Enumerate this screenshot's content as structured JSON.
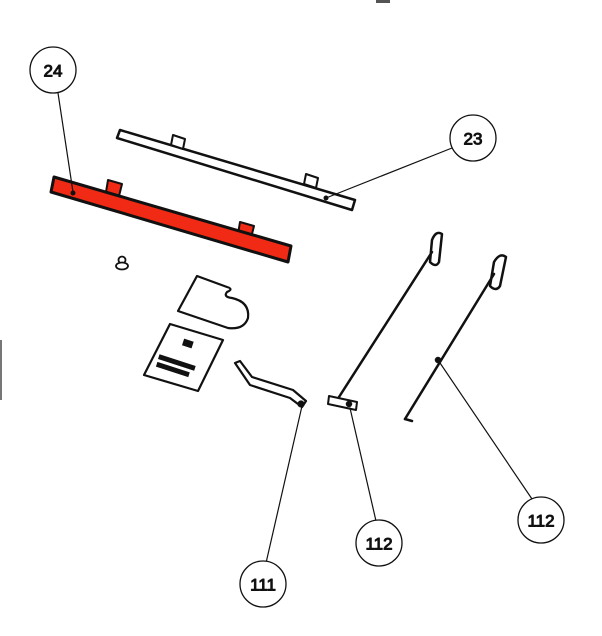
{
  "diagram": {
    "highlight_color": "#f02a14",
    "callouts": [
      {
        "id": "c24",
        "label": "24"
      },
      {
        "id": "c23",
        "label": "23"
      },
      {
        "id": "c111",
        "label": "111"
      },
      {
        "id": "c112a",
        "label": "112"
      },
      {
        "id": "c112b",
        "label": "112"
      }
    ]
  }
}
